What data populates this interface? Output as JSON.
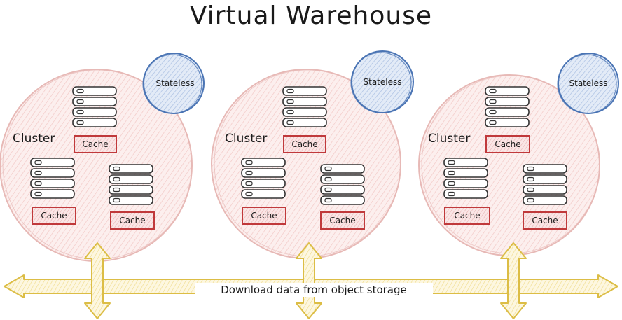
{
  "title": "Virtual Warehouse",
  "clusters": [
    {
      "label": "Cluster",
      "stateless_label": "Stateless",
      "cache_labels": [
        "Cache",
        "Cache",
        "Cache"
      ]
    },
    {
      "label": "Cluster",
      "stateless_label": "Stateless",
      "cache_labels": [
        "Cache",
        "Cache",
        "Cache"
      ]
    },
    {
      "label": "Cluster",
      "stateless_label": "Stateless",
      "cache_labels": [
        "Cache",
        "Cache",
        "Cache"
      ]
    }
  ],
  "storage_label": "Download data from object storage",
  "colors": {
    "cluster_fill": "#fbe9e8",
    "cluster_stroke": "#e7b9b6",
    "stateless_fill": "#dbe5f4",
    "stateless_stroke": "#4a74b4",
    "cache_fill": "#f7dcdc",
    "cache_stroke": "#c0393b",
    "arrow_fill": "#fbf3d2",
    "arrow_stroke": "#dcbd45",
    "server_stroke": "#333333"
  }
}
